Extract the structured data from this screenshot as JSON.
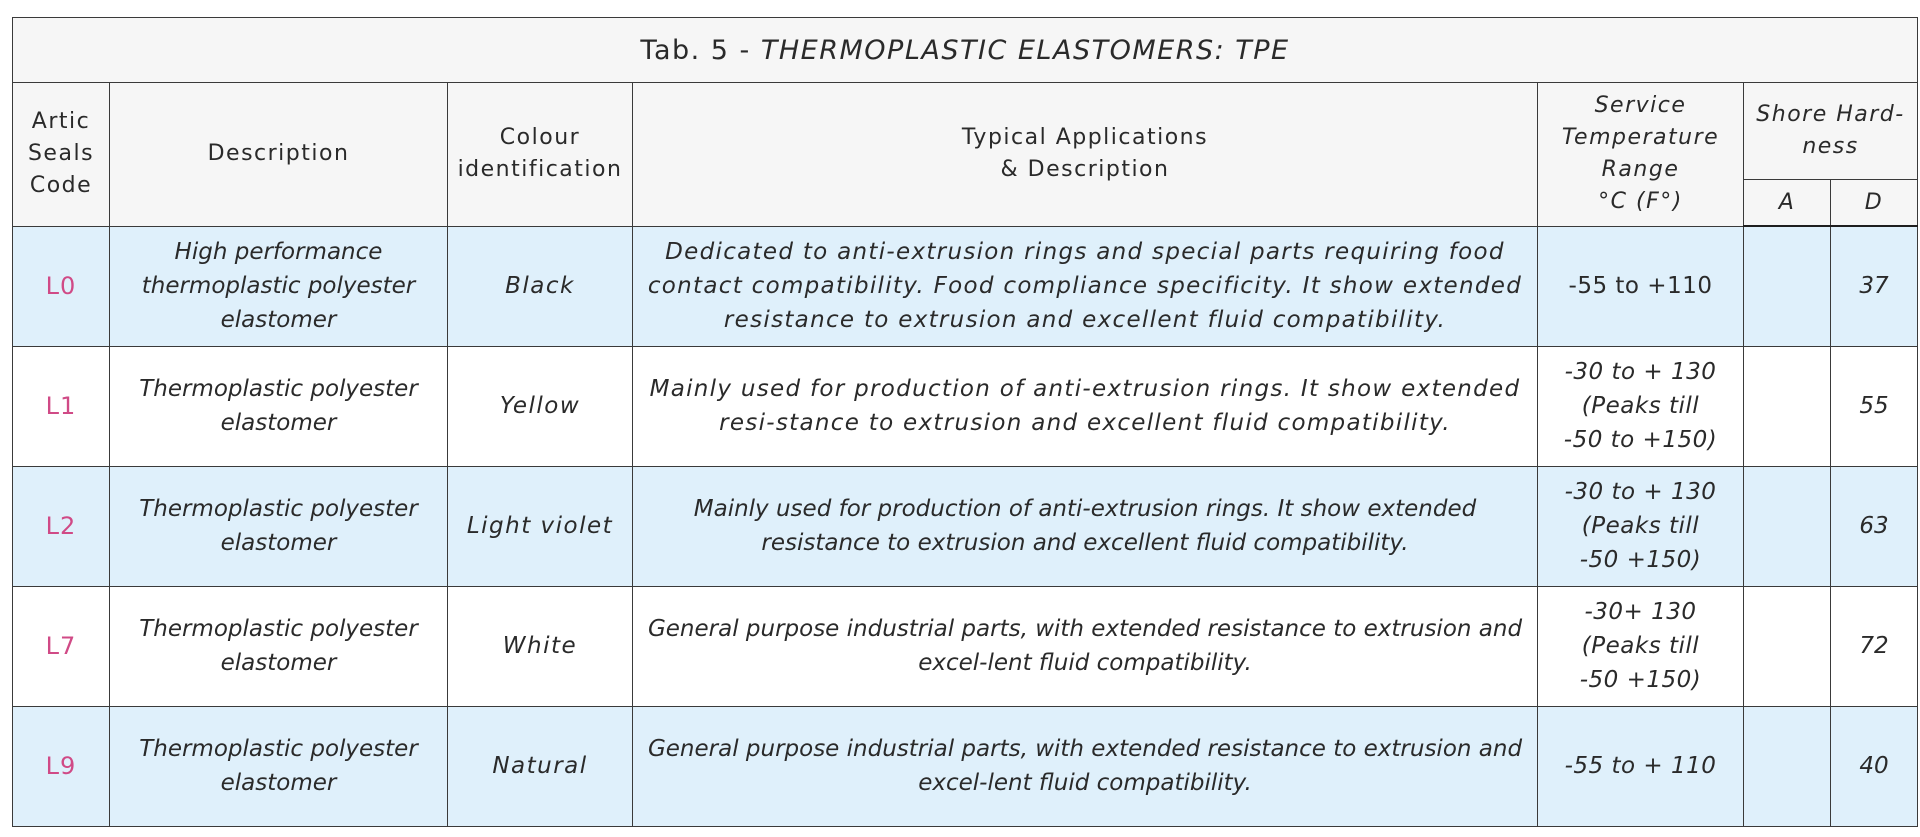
{
  "table": {
    "title_prefix": "Tab. 5 - ",
    "title_main": "THERMOPLASTIC ELASTOMERS: TPE",
    "headers": {
      "code": "Artic Seals Code",
      "description": "Description",
      "colour": "Colour identification",
      "applications_line1": "Typical Applications",
      "applications_line2": "& Description",
      "service_temp_line1": "Service",
      "service_temp_line2": "Temperature",
      "service_temp_line3": "Range",
      "service_temp_line4": "°C (F°)",
      "shore_hardness": "Shore Hard-ness",
      "shore_a": "A",
      "shore_d": "D"
    },
    "rows": [
      {
        "code": "L0",
        "description": "High performance thermoplastic polyester elastomer",
        "colour": "Black",
        "application": "Dedicated to anti-extrusion rings and special parts requiring food contact compatibility. Food compliance specificity. It show extended resistance to extrusion and excellent fluid compatibility.",
        "temp_line1": "-55 to +110",
        "temp_line2": "",
        "temp_line3": "",
        "shore_a": "",
        "shore_d": "37"
      },
      {
        "code": "L1",
        "description": "Thermoplastic polyester elastomer",
        "colour": "Yellow",
        "application": "Mainly used for production of anti-extrusion rings. It show extended resi-stance to extrusion and excellent fluid compatibility.",
        "temp_line1": "-30 to + 130",
        "temp_line2": "(Peaks till",
        "temp_line3": "-50 to +150)",
        "shore_a": "",
        "shore_d": "55"
      },
      {
        "code": "L2",
        "description": "Thermoplastic polyester elastomer",
        "colour": "Light violet",
        "application": "Mainly used for production of anti-extrusion rings. It show extended resistance to extrusion and excellent fluid compatibility.",
        "temp_line1": "-30 to + 130",
        "temp_line2": "(Peaks till",
        "temp_line3": "-50 +150)",
        "shore_a": "",
        "shore_d": "63"
      },
      {
        "code": "L7",
        "description": "Thermoplastic polyester elastomer",
        "colour": "White",
        "application": "General purpose industrial parts, with extended resistance to extrusion and excel-lent fluid compatibility.",
        "temp_line1": "-30+ 130 (Peaks till",
        "temp_line2": "-50 +150)",
        "temp_line3": "",
        "shore_a": "",
        "shore_d": "72"
      },
      {
        "code": "L9",
        "description": "Thermoplastic polyester elastomer",
        "colour": "Natural",
        "application": "General purpose industrial parts, with extended resistance to extrusion and excel-lent fluid compatibility.",
        "temp_line1": "-55 to + 110",
        "temp_line2": "",
        "temp_line3": "",
        "shore_a": "",
        "shore_d": "40"
      }
    ]
  },
  "colors": {
    "header_bg": "#f6f6f6",
    "row_blue": "#dff0fb",
    "row_white": "#ffffff",
    "code_text": "#d04a86",
    "border": "#3a3a3a"
  }
}
